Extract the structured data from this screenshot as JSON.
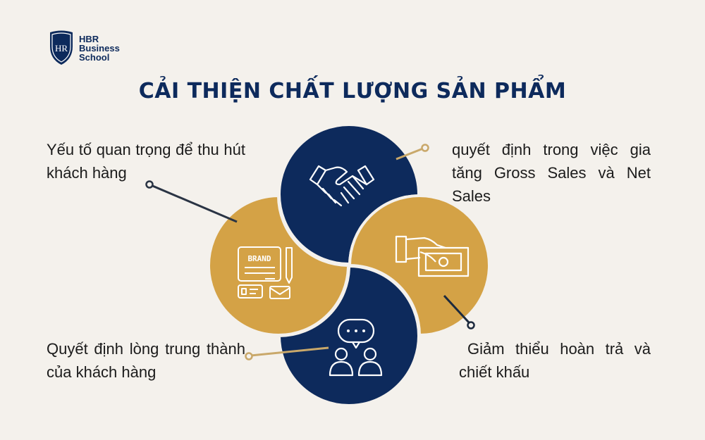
{
  "logo": {
    "monogram": "HBR",
    "lines": [
      "HBR",
      "Business",
      "School"
    ]
  },
  "title": "CẢI THIỆN CHẤT LƯỢNG SẢN PHẨM",
  "colors": {
    "navy": "#0d2a5c",
    "gold": "#d4a246",
    "background": "#f4f1ec",
    "text": "#1b1b1b"
  },
  "items": [
    {
      "position": "top-left",
      "text": "Yếu tố quan trọng để thu hút khách hàng",
      "icon": "brand-document-icon",
      "circle": "gold-left"
    },
    {
      "position": "top-right",
      "text": "quyết định trong việc gia tăng Gross Sales và Net Sales",
      "icon": "handshake-icon",
      "circle": "navy-top"
    },
    {
      "position": "bottom-left",
      "text": "Quyết định lòng trung thành của khách hàng",
      "icon": "people-chat-icon",
      "circle": "navy-bottom"
    },
    {
      "position": "bottom-right",
      "text": "Giảm thiểu hoàn trả và chiết khấu",
      "icon": "hand-money-icon",
      "circle": "gold-right"
    }
  ],
  "icon_text": {
    "brand": "BRAND"
  }
}
